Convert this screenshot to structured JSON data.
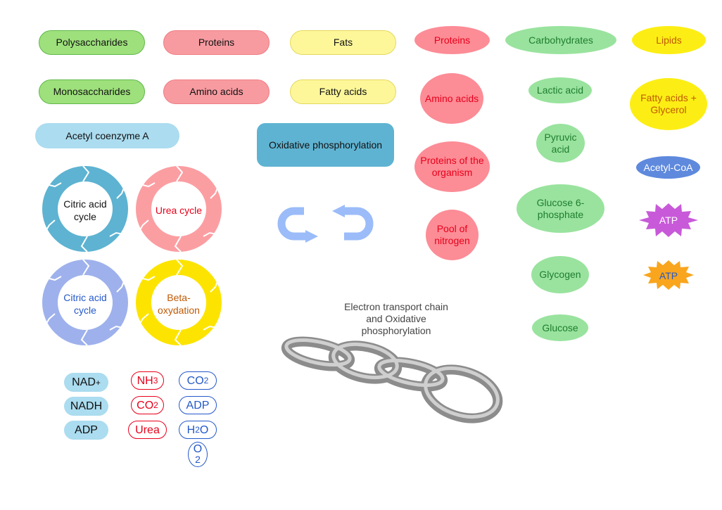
{
  "pills": {
    "polysaccharides": "Polysaccharides",
    "proteins": "Proteins",
    "fats": "Fats",
    "monosaccharides": "Monosaccharides",
    "amino_acids": "Amino acids",
    "fatty_acids": "Fatty acids",
    "acetyl_coenzyme": "Acetyl coenzyme A",
    "oxidative": "Oxidative phosphorylation"
  },
  "ellipses": {
    "proteins": "Proteins",
    "carbohydrates": "Carbohydrates",
    "lipids": "Lipids",
    "amino_acids": "Amino acids",
    "lactic_acid": "Lactic acid",
    "fatty_glycerol": "Fatty acids + Glycerol",
    "pyruvic_acid": "Pyruvic acid",
    "proteins_organism": "Proteins of the organism",
    "acetyl_coa": "Acetyl-CoA",
    "glucose6": "Glucose 6-phosphate",
    "pool_nitrogen": "Pool of nitrogen",
    "glycogen": "Glycogen",
    "glucose": "Glucose",
    "atp1": "ATP",
    "atp2": "ATP"
  },
  "cycles": {
    "citric1": "Citric acid cycle",
    "urea": "Urea cycle",
    "citric2": "Citric acid cycle",
    "beta": "Beta-oxydation"
  },
  "chain_label": "Electron transport chain and Oxidative phosphorylation",
  "molecules": {
    "nad_plus": {
      "base": "NAD",
      "sup": "+"
    },
    "nadh": "NADH",
    "adp_blue": "ADP",
    "nh3": {
      "base": "NH",
      "sub": "3"
    },
    "co2_red": {
      "base": "CO",
      "sub": "2"
    },
    "urea": "Urea",
    "co2_navy": {
      "base": "CO",
      "sub": "2"
    },
    "adp_navy": "ADP",
    "h2o": {
      "pre": "H",
      "sub": "2",
      "post": "O"
    },
    "o2": {
      "base": "O",
      "sub": "2"
    }
  },
  "colors": {
    "cycle_teal": "#5db3d1",
    "cycle_pink": "#fb9ea2",
    "cycle_periwinkle": "#9eb1ec",
    "cycle_yellow": "#fce400",
    "arrow_blue": "#9bbcf9"
  }
}
